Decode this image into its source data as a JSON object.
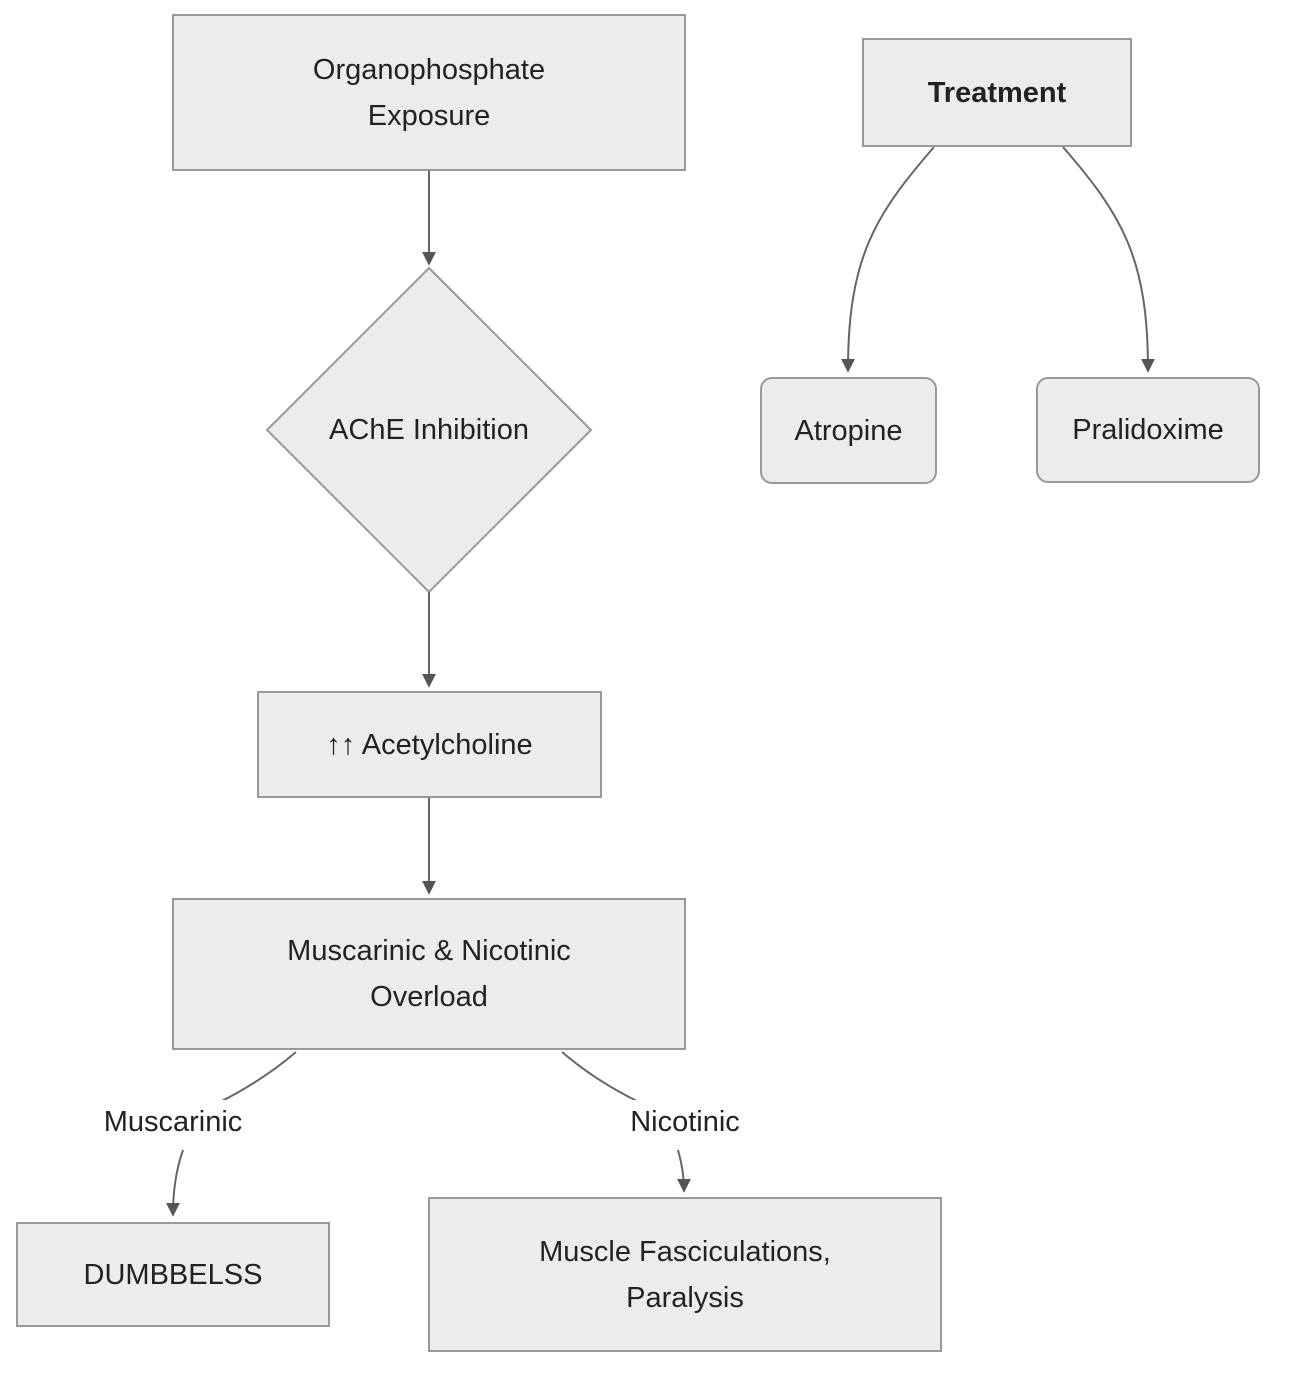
{
  "diagram": {
    "background_color": "#ffffff",
    "colors": {
      "node_fill": "#ececec",
      "node_border": "#999999",
      "edge_line": "#666666",
      "arrowhead": "#555555",
      "text": "#222222"
    },
    "nodes": {
      "exposure": {
        "shape": "rect",
        "lines": [
          "Organophosphate",
          "Exposure"
        ]
      },
      "ache": {
        "shape": "diamond",
        "lines": [
          "AChE Inhibition"
        ]
      },
      "acetylcholine": {
        "shape": "rect",
        "lines": [
          "↑↑ Acetylcholine"
        ]
      },
      "overload": {
        "shape": "rect",
        "lines": [
          "Muscarinic & Nicotinic",
          "Overload"
        ]
      },
      "dumbbelss": {
        "shape": "rect",
        "lines": [
          "DUMBBELSS"
        ]
      },
      "fasciculations": {
        "shape": "rect",
        "lines": [
          "Muscle Fasciculations,",
          "Paralysis"
        ]
      },
      "treatment": {
        "shape": "rect",
        "lines": [
          "Treatment"
        ],
        "bold": true
      },
      "atropine": {
        "shape": "rounded",
        "lines": [
          "Atropine"
        ]
      },
      "pralidoxime": {
        "shape": "rounded",
        "lines": [
          "Pralidoxime"
        ]
      }
    },
    "edge_labels": {
      "muscarinic": "Muscarinic",
      "nicotinic": "Nicotinic"
    },
    "edges": [
      {
        "from": "exposure",
        "to": "ache",
        "label": ""
      },
      {
        "from": "ache",
        "to": "acetylcholine",
        "label": ""
      },
      {
        "from": "acetylcholine",
        "to": "overload",
        "label": ""
      },
      {
        "from": "overload",
        "to": "dumbbelss",
        "label": "Muscarinic"
      },
      {
        "from": "overload",
        "to": "fasciculations",
        "label": "Nicotinic"
      },
      {
        "from": "treatment",
        "to": "atropine",
        "label": ""
      },
      {
        "from": "treatment",
        "to": "pralidoxime",
        "label": ""
      }
    ]
  }
}
